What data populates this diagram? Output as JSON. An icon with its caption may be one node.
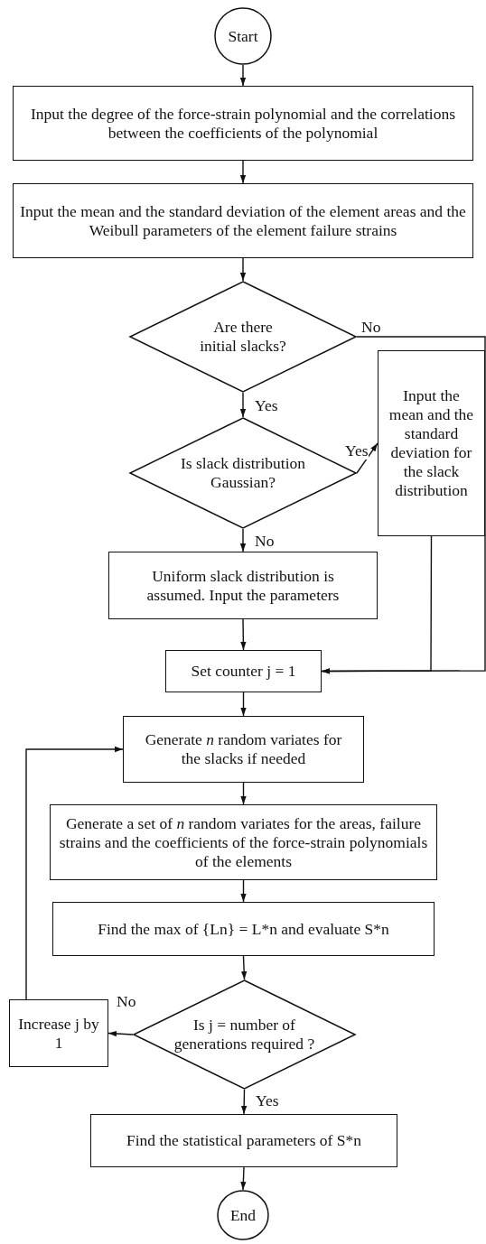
{
  "diagram": {
    "nodes": [
      {
        "text": [
          "Start"
        ]
      },
      {
        "text": [
          "Input the degree of the force-strain polynomial and the correlations between the coefficients of the polynomial"
        ]
      },
      {
        "text": [
          "Input the mean and the standard deviation of the element areas and the Weibull parameters of the element failure strains"
        ]
      },
      {
        "text": [
          "Are there initial slacks?"
        ]
      },
      {
        "text": [
          "Is slack distribution Gaussian?"
        ]
      },
      {
        "text": [
          "Input the mean and the standard deviation for the slack distribution"
        ]
      },
      {
        "text": [
          "Uniform slack distribution is assumed. Input the parameters"
        ]
      },
      {
        "text": [
          "Set counter j = 1"
        ]
      },
      {
        "text": [
          "Generate *n* random variates for the slacks if needed"
        ]
      },
      {
        "text": [
          "Generate a set of *n* random variates for the areas, failure strains and the coefficients of the force-strain polynomials of the elements"
        ]
      },
      {
        "text": [
          "Find the max of {Ln} = L*n and evaluate S*n"
        ]
      },
      {
        "text": [
          "Is j = number of generations required ?"
        ]
      },
      {
        "text": [
          "Increase j by 1"
        ]
      },
      {
        "text": [
          "Find the statistical parameters of S*n"
        ]
      },
      {
        "text": [
          "End"
        ]
      }
    ],
    "edges": [
      {
        "from": 0,
        "to": 1,
        "arrow": "to"
      },
      {
        "from": 1,
        "to": 2,
        "arrow": "to"
      },
      {
        "from": 2,
        "to": 3,
        "arrow": "to"
      },
      {
        "from": 3,
        "to": 4,
        "arrow": "to",
        "label": "Yes"
      },
      {
        "from": 3,
        "to": 7,
        "arrow": "to",
        "label": "No"
      },
      {
        "from": 4,
        "to": 5,
        "arrow": "to",
        "label": "Yes"
      },
      {
        "from": 5,
        "to": 7,
        "arrow": "to"
      },
      {
        "from": 4,
        "to": 6,
        "arrow": "to",
        "label": "No"
      },
      {
        "from": 6,
        "to": 7,
        "arrow": "to"
      },
      {
        "from": 7,
        "to": 8,
        "arrow": "to"
      },
      {
        "from": 8,
        "to": 9,
        "arrow": "to"
      },
      {
        "from": 9,
        "to": 10,
        "arrow": "to"
      },
      {
        "from": 10,
        "to": 11,
        "arrow": "to"
      },
      {
        "from": 11,
        "to": 12,
        "arrow": "to",
        "label": "No"
      },
      {
        "from": 12,
        "to": 8,
        "arrow": "to"
      },
      {
        "from": 11,
        "to": 13,
        "arrow": "to",
        "label": "Yes"
      },
      {
        "from": 13,
        "to": 14,
        "arrow": "to"
      }
    ]
  }
}
